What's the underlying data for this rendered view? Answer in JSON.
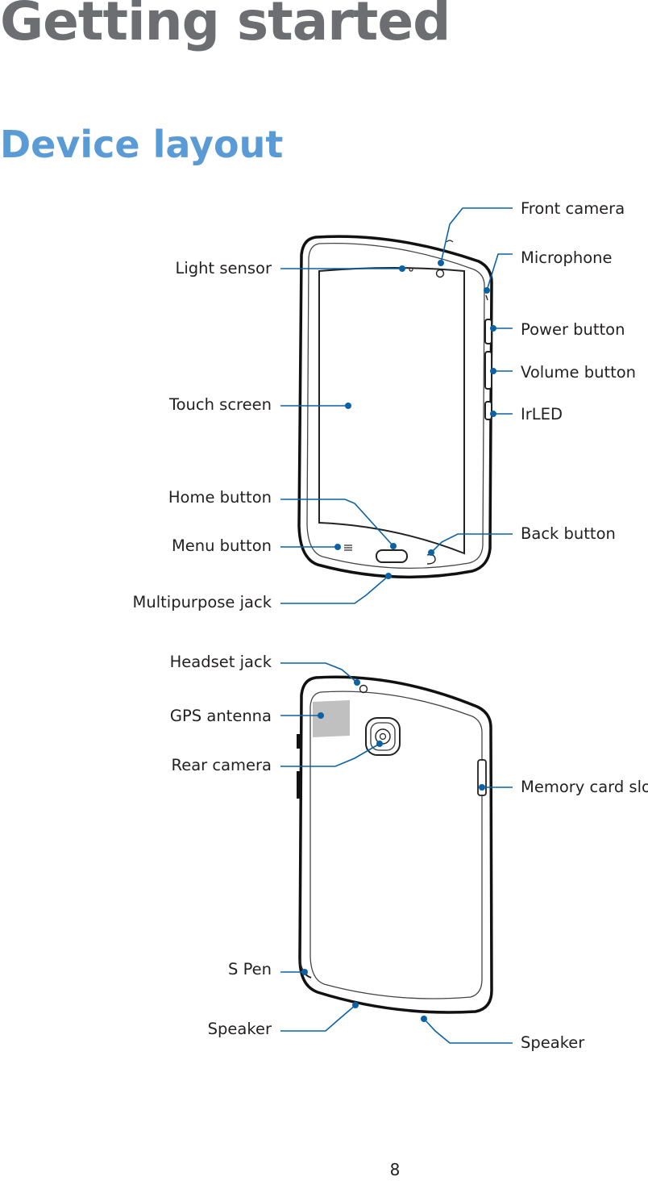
{
  "chapter_title": "Getting started",
  "section_title": "Device layout",
  "front_labels": {
    "front_camera": "Front camera",
    "light_sensor": "Light sensor",
    "microphone": "Microphone",
    "power_button": "Power button",
    "volume_button": "Volume button",
    "touch_screen": "Touch screen",
    "irled": "IrLED",
    "home_button": "Home button",
    "back_button": "Back button",
    "menu_button": "Menu button",
    "multipurpose_jack": "Multipurpose jack"
  },
  "back_labels": {
    "headset_jack": "Headset jack",
    "gps_antenna": "GPS antenna",
    "rear_camera": "Rear camera",
    "memory_card_slot": "Memory card slot",
    "s_pen": "S Pen",
    "speaker_left": "Speaker",
    "speaker_right": "Speaker"
  },
  "page_number": "8",
  "colors": {
    "chapter_title": "#6d6e71",
    "section_title": "#5b9bd5",
    "leader_lines": "#0a62a5"
  }
}
